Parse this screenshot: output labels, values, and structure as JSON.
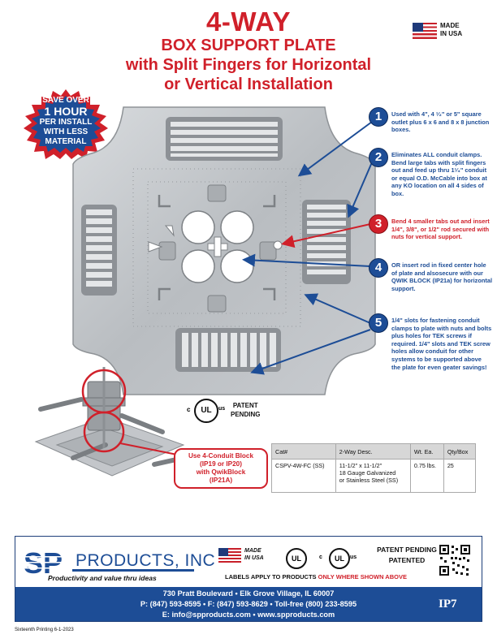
{
  "header": {
    "title": "4-WAY",
    "subtitle_lines": [
      "BOX SUPPORT PLATE",
      "with Split Fingers for Horizontal",
      "or Vertical Installation"
    ]
  },
  "made_in_usa": {
    "line1": "MADE",
    "line2": "IN USA",
    "icon": "us-flag-icon"
  },
  "save_badge": {
    "line1": "SAVE OVER",
    "line2": "1 HOUR",
    "line3": "PER INSTALL",
    "line4": "WITH LESS",
    "line5": "MATERIAL",
    "color": "#d0202a"
  },
  "callouts": [
    {
      "number": "1",
      "text": "Used with 4\", 4 ¹⁄₂\" or 5\" square outlet plus 6 x 6 and 8 x 8 junction boxes."
    },
    {
      "number": "2",
      "text": "Eliminates ALL conduit clamps. Bend large tabs with split fingers out and feed up thru 1¹⁄₄\" conduit or equal O.D. McCable into box at any KO location on all 4 sides of box."
    },
    {
      "number": "3",
      "text": "Bend 4 smaller tabs out and insert 1/4\", 3/8\", or 1/2\" rod secured with nuts for vertical support."
    },
    {
      "number": "4",
      "text": "OR insert rod in fixed center hole of plate and alsosecure with our QWIK BLOCK (IP21a) for horizontal support."
    },
    {
      "number": "5",
      "text": "1/4\" slots for fastening conduit clamps to plate with nuts and bolts plus holes for TEK screws if required. 1/4\" slots and TEK screw holes allow conduit for other systems to be supported above the plate for even geater savings!"
    }
  ],
  "certification": {
    "c": "c",
    "ul": "UL",
    "us": "us",
    "patent_line1": "PATENT",
    "patent_line2": "PENDING"
  },
  "conduit_note": {
    "line1": "Use 4-Conduit Block",
    "line2": "(IP19 or IP20)",
    "line3": "with QwikBlock",
    "line4": "(IP21A)"
  },
  "spec_table": {
    "headers": [
      "Cat#",
      "2-Way Desc.",
      "Wt. Ea.",
      "Qty/Box"
    ],
    "row": {
      "cat": "CSPV-4W-FC (SS)",
      "desc_line1": "11-1/2\" x 11-1/2\"",
      "desc_line2": "18 Gauge Galvanized",
      "desc_line3": "or Stainless Steel (SS)",
      "weight": "0.75 lbs.",
      "qty": "25"
    }
  },
  "footer": {
    "logo_letters": "SP",
    "logo_name": "PRODUCTS, INC",
    "tagline": "Productivity and value thru ideas",
    "made_line1": "MADE",
    "made_line2": "IN USA",
    "ul": "UL",
    "c": "c",
    "us": "us",
    "patent_pending": "PATENT PENDING",
    "patented": "PATENTED",
    "labels_prefix": "LABELS APPLY TO PRODUCTS ",
    "labels_red": "ONLY WHERE SHOWN ABOVE",
    "address": "730 Pratt Boulevard • Elk Grove Village, IL 60007",
    "phones": "P: (847) 593-8595 • F: (847) 593-8629 • Toll-free (800) 233-8595",
    "web": "E: info@spproducts.com • www.spproducts.com",
    "code": "IP7",
    "qr_icon": "qr-code-icon",
    "brand_blue": "#1d4d96"
  },
  "printing": "Sixteenth Printing 6-1-2023"
}
